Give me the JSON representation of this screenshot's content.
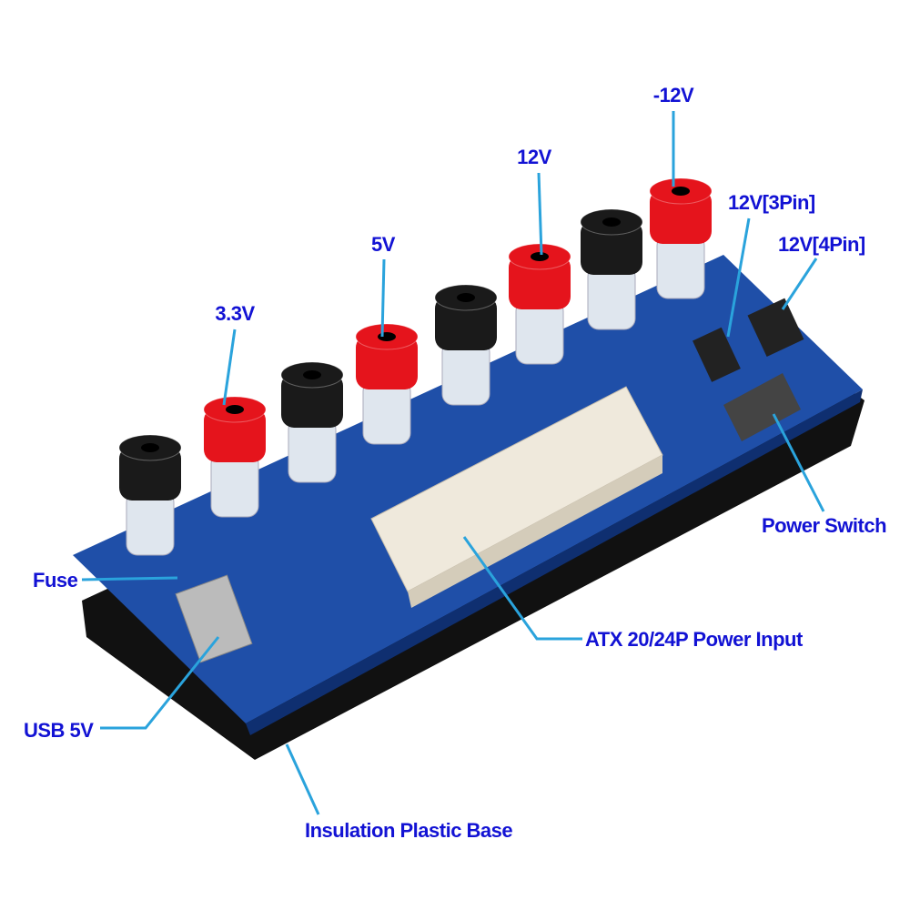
{
  "colors": {
    "label": "#1212d4",
    "leader": "#2aa3dc",
    "pcb": "#1f4fa8",
    "base": "#111111",
    "terminal_red": "#e5141c",
    "terminal_black": "#1a1a1a",
    "connector": "#efe9dc"
  },
  "labels": {
    "neg12v": "-12V",
    "v12": "12V",
    "v5": "5V",
    "v33": "3.3V",
    "pin3": "12V[3Pin]",
    "pin4": "12V[4Pin]",
    "power_switch": "Power Switch",
    "fuse": "Fuse",
    "atx": "ATX 20/24P Power Input",
    "usb": "USB  5V",
    "base": "Insulation  Plastic  Base"
  },
  "terminals": [
    "black",
    "red",
    "black",
    "red",
    "black",
    "red",
    "black",
    "red"
  ]
}
